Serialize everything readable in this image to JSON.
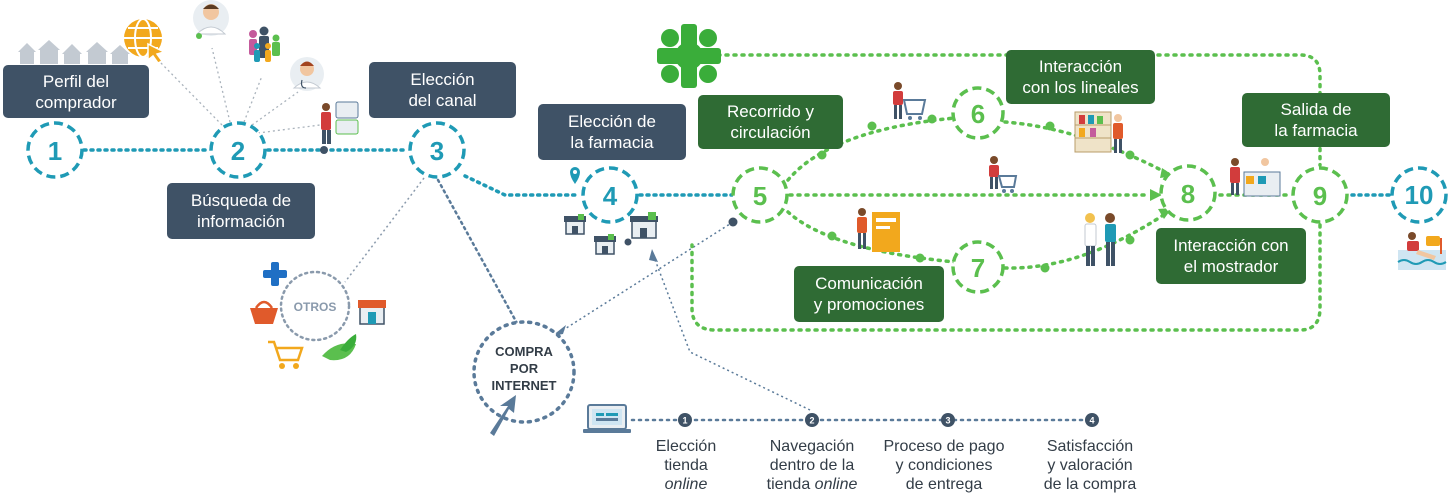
{
  "colors": {
    "teal": "#1f9ab5",
    "green": "#5bbf4e",
    "dark_green": "#2f6b34",
    "navy": "#3f5266",
    "pharmacy_cross": "#3aad3a",
    "online_blue": "#5a7a99"
  },
  "steps": {
    "s1": {
      "number": "1",
      "label": "Perfil del\ncomprador"
    },
    "s2": {
      "number": "2",
      "label": "Búsqueda de\ninformación"
    },
    "s3": {
      "number": "3",
      "label": "Elección\ndel canal"
    },
    "s4": {
      "number": "4",
      "label": "Elección de\nla farmacia"
    },
    "s5": {
      "number": "5",
      "label": "Recorrido y\ncirculación"
    },
    "s6": {
      "number": "6",
      "label": "Interacción\ncon los lineales"
    },
    "s7": {
      "number": "7",
      "label": "Comunicación\ny promociones"
    },
    "s8": {
      "number": "8",
      "label": "Interacción con\nel mostrador"
    },
    "s9": {
      "number": "9",
      "label": "Salida de\nla farmacia"
    },
    "s10": {
      "number": "10"
    }
  },
  "otros": "OTROS",
  "compra": {
    "line1": "COMPRA",
    "line2": "POR",
    "line3": "INTERNET"
  },
  "online_steps": [
    {
      "number": "1",
      "line1": "Elección",
      "line2": "tienda",
      "line3": "online"
    },
    {
      "number": "2",
      "line1": "Navegación",
      "line2": "dentro de la",
      "line3_a": "tienda ",
      "line3_b": "online"
    },
    {
      "number": "3",
      "line1": "Proceso de pago",
      "line2": "y condiciones",
      "line3": "de entrega"
    },
    {
      "number": "4",
      "line1": "Satisfacción",
      "line2": "y valoración",
      "line3": "de la compra"
    }
  ],
  "icons": [
    "houses-icon",
    "globe-cursor-icon",
    "pharmacist-icon",
    "family-icon",
    "doctor-icon",
    "shopper-icon",
    "pin-icon",
    "pharmacy-store-icon",
    "pharmacy-cross-icon",
    "cross-icon",
    "basket-icon",
    "shop-icon",
    "cart-icon",
    "leaf-icon",
    "cursor-arrow-icon",
    "laptop-icon",
    "cart-shopper-icon",
    "shelf-icon",
    "promo-display-icon",
    "counter-icon",
    "beach-icon"
  ]
}
